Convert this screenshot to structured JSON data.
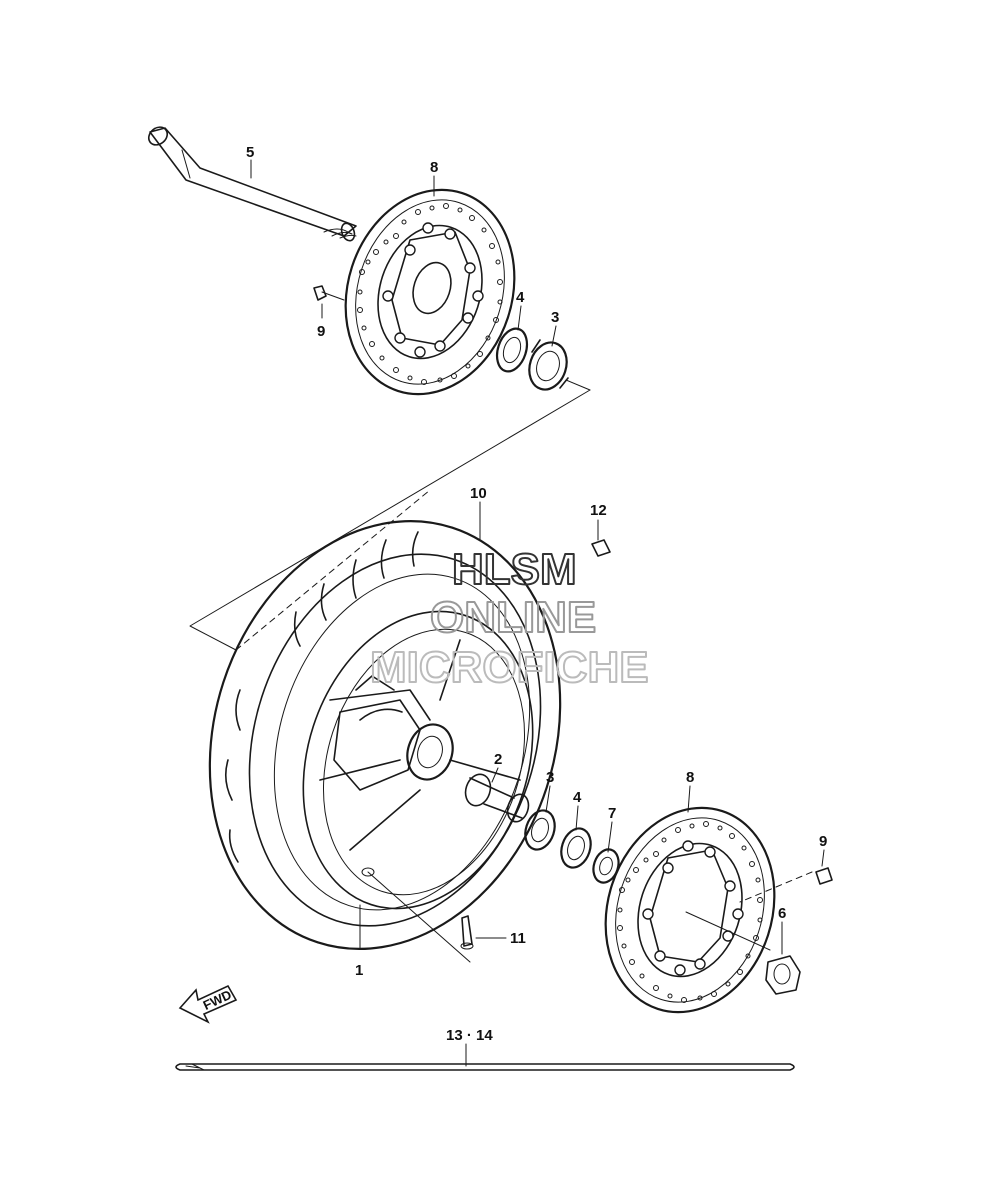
{
  "watermark": {
    "line1": "HLSM",
    "line2": "ONLINE",
    "line3": "MICROFICHE",
    "color1": "#333333",
    "color2": "#999999",
    "color3": "#bbbbbb"
  },
  "direction_label": "FWD",
  "callouts": {
    "c5": "5",
    "c8_top": "8",
    "c9_top": "9",
    "c4_top": "4",
    "c3_top": "3",
    "c10": "10",
    "c12": "12",
    "c2": "2",
    "c3_mid": "3",
    "c4_mid": "4",
    "c7": "7",
    "c8_mid": "8",
    "c9_mid": "9",
    "c6": "6",
    "c11": "11",
    "c1": "1",
    "c13_14": "13 · 14"
  }
}
